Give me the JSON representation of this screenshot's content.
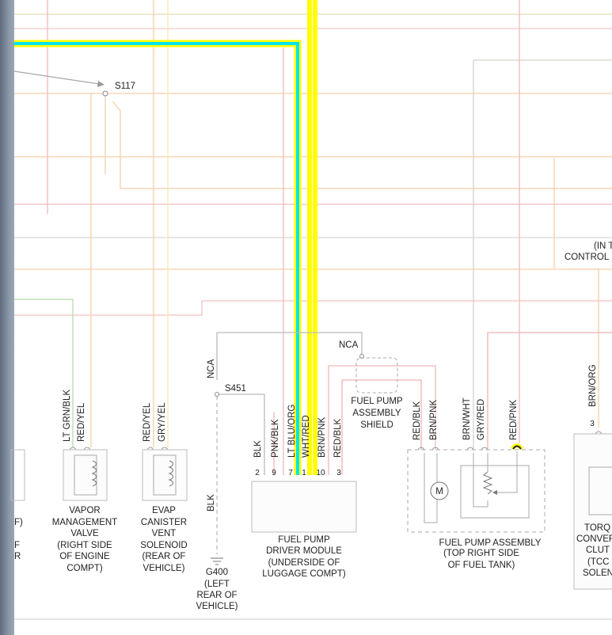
{
  "splices": {
    "s117": "S117",
    "s451": "S451",
    "nca_left": "NCA",
    "nca_shield": "NCA"
  },
  "ground": {
    "id": "G400",
    "line1": "(LEFT",
    "line2": "REAR OF",
    "line3": "VEHICLE)",
    "wire": "BLK"
  },
  "vapor_valve": {
    "wires": [
      "LT GRN/BLK",
      "RED/YEL"
    ],
    "name1": "VAPOR",
    "name2": "MANAGEMENT",
    "name3": "VALVE",
    "loc1": "(RIGHT SIDE",
    "loc2": "OF ENGINE",
    "loc3": "COMPT)"
  },
  "evap_solenoid": {
    "wires": [
      "RED/YEL",
      "GRY/YEL"
    ],
    "name1": "EVAP",
    "name2": "CANISTER",
    "name3": "VENT",
    "name4": "SOLENOID",
    "loc1": "(REAR OF",
    "loc2": "VEHICLE)"
  },
  "driver_module": {
    "wires": [
      "BLK",
      "PNK/BLK",
      "LT BLU/ORG",
      "WHT/RED",
      "BRN/PNK",
      "RED/BLK"
    ],
    "pins": [
      "2",
      "9",
      "7",
      "1",
      "10",
      "3"
    ],
    "name1": "FUEL PUMP",
    "name2": "DRIVER MODULE",
    "loc1": "(UNDERSIDE OF",
    "loc2": "LUGGAGE COMPT)"
  },
  "shield": {
    "line1": "FUEL PUMP",
    "line2": "ASSEMBLY",
    "line3": "SHIELD"
  },
  "pump_assembly": {
    "wires": [
      "RED/BLK",
      "BRN/PNK",
      "BRN/WHT",
      "GRY/RED",
      "RED/PNK"
    ],
    "motor": "M",
    "name1": "FUEL PUMP ASSEMBLY",
    "loc1": "(TOP RIGHT SIDE",
    "loc2": "OF FUEL TANK)"
  },
  "torque": {
    "wire": "BRN/ORG",
    "pin": "3",
    "name1": "TORQ",
    "name2": "CONVER",
    "name3": "CLUT",
    "name4": "(TCC",
    "name5": "SOLEN"
  },
  "partial_right": {
    "line1": "(IN T",
    "line2": "CONTROL"
  },
  "partial_left": {
    "line1": "F)",
    "line2": "F",
    "line3": "R"
  },
  "colors": {
    "highlight_yellow": "#ffff00",
    "highlight_cyan": "#00e5ee",
    "wire_pink": "#f4b8b8",
    "wire_orange": "#f7c89a",
    "wire_gray": "#c8c8c8"
  }
}
